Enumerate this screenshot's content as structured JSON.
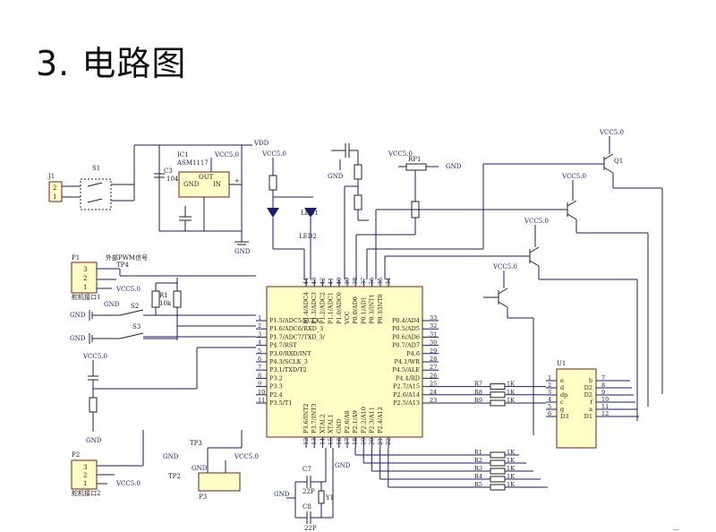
{
  "title": "3. 电路图",
  "labels": {
    "vdd": "VDD",
    "vcc": "VCC5.0",
    "gnd": "GND",
    "ic1": "IC1",
    "asm": "ASM1117",
    "c3": "C3",
    "c3v": "104",
    "ic_gnd": "GND",
    "ic_in": "IN",
    "ic_out": "OUT",
    "j1": "J1",
    "s1": "S1",
    "p1": "P1",
    "tp4": "TP4",
    "pwm": "外部PWM信号",
    "servo1": "舵机接口1",
    "servo2": "舵机接口2",
    "p2": "P2",
    "tp2": "TP2",
    "tp3": "TP3",
    "p3": "P3",
    "s2": "S2",
    "s3": "S3",
    "r1": "R1",
    "r1v": "10k",
    "led1": "LED1",
    "led2": "LED2",
    "rp1": "RP1",
    "q1": "Q1",
    "c7": "C7",
    "c8": "C8",
    "c22p": "22P",
    "y1": "Y1",
    "u1": "U1",
    "bottom_mark": "..."
  },
  "mcu_left_pins": [
    {
      "n": "1",
      "l": "P1.5/ADC5/SCLK"
    },
    {
      "n": "2",
      "l": "P1.6/ADC6/RXD_3"
    },
    {
      "n": "3",
      "l": "P1.7/ADC7/TXD_3/"
    },
    {
      "n": "4",
      "l": "P4.7/RST"
    },
    {
      "n": "5",
      "l": "P3.0/RXD/INT"
    },
    {
      "n": "6",
      "l": "P4.3/SCLK_3"
    },
    {
      "n": "7",
      "l": "P3.1/TXD/T2"
    },
    {
      "n": "8",
      "l": "P3.2"
    },
    {
      "n": "9",
      "l": "P3.3"
    },
    {
      "n": "10",
      "l": "P2.4"
    },
    {
      "n": "11",
      "l": "P3.5/T1"
    }
  ],
  "mcu_right_pins": [
    {
      "n": "33",
      "l": "P0.4/AD4"
    },
    {
      "n": "32",
      "l": "P0.5/AD5"
    },
    {
      "n": "31",
      "l": "P0.6/AD6"
    },
    {
      "n": "30",
      "l": "P0.7/AD7"
    },
    {
      "n": "29",
      "l": "P4.6"
    },
    {
      "n": "28",
      "l": "P4.1/WR"
    },
    {
      "n": "27",
      "l": "P4.5/ALE"
    },
    {
      "n": "26",
      "l": "P4.4/RD"
    },
    {
      "n": "25",
      "l": "P2.7/A15"
    },
    {
      "n": "24",
      "l": "P2.6/A14"
    },
    {
      "n": "23",
      "l": "P2.5/A13"
    }
  ],
  "mcu_top_pins": [
    {
      "n": "44",
      "l": "P1.4/ADC4"
    },
    {
      "n": "43",
      "l": "P1.3/ADC3"
    },
    {
      "n": "42",
      "l": "P1.2/ADC2"
    },
    {
      "n": "41",
      "l": "P1.1/ADC1"
    },
    {
      "n": "40",
      "l": "P1.0/ADC0"
    },
    {
      "n": "39",
      "l": "VCC"
    },
    {
      "n": "38",
      "l": "P0.0/AD0"
    },
    {
      "n": "37",
      "l": "P0.1/AD1"
    },
    {
      "n": "36",
      "l": "P0.3/INT1"
    },
    {
      "n": "35",
      "l": "P0.3/INT0"
    },
    {
      "n": "34",
      "l": ""
    }
  ],
  "mcu_bottom_pins": [
    {
      "n": "12",
      "l": "P3.6/INT2"
    },
    {
      "n": "13",
      "l": "P3.7/INT3"
    },
    {
      "n": "14",
      "l": "XTAL2"
    },
    {
      "n": "15",
      "l": "XTAL1"
    },
    {
      "n": "16",
      "l": "GND"
    },
    {
      "n": "17",
      "l": "P2.0/A8"
    },
    {
      "n": "18",
      "l": "P2.1/A9"
    },
    {
      "n": "19",
      "l": "P2.2/A10"
    },
    {
      "n": "20",
      "l": "P2.3/A11"
    },
    {
      "n": "21",
      "l": "P2.4/A12"
    },
    {
      "n": "22",
      "l": ""
    }
  ],
  "resistors_upper": [
    {
      "name": "R7",
      "v": "1K"
    },
    {
      "name": "R8",
      "v": "1K"
    },
    {
      "name": "R9",
      "v": "1K"
    }
  ],
  "resistors_lower": [
    {
      "name": "R1",
      "v": "1K"
    },
    {
      "name": "R2",
      "v": "1K"
    },
    {
      "name": "R3",
      "v": "1K"
    },
    {
      "name": "R4",
      "v": "1K"
    },
    {
      "name": "R5",
      "v": "1K"
    }
  ],
  "display_left_pins": [
    {
      "n": "1",
      "l": "e"
    },
    {
      "n": "2",
      "l": "d"
    },
    {
      "n": "3",
      "l": "dp"
    },
    {
      "n": "4",
      "l": "c"
    },
    {
      "n": "5",
      "l": "g"
    },
    {
      "n": "6",
      "l": "D3"
    }
  ],
  "display_right_pins": [
    {
      "n": "7",
      "l": "b"
    },
    {
      "n": "8",
      "l": "D2"
    },
    {
      "n": "9",
      "l": "D2"
    },
    {
      "n": "10",
      "l": "f"
    },
    {
      "n": "11",
      "l": "a"
    },
    {
      "n": "12",
      "l": "D1"
    }
  ]
}
